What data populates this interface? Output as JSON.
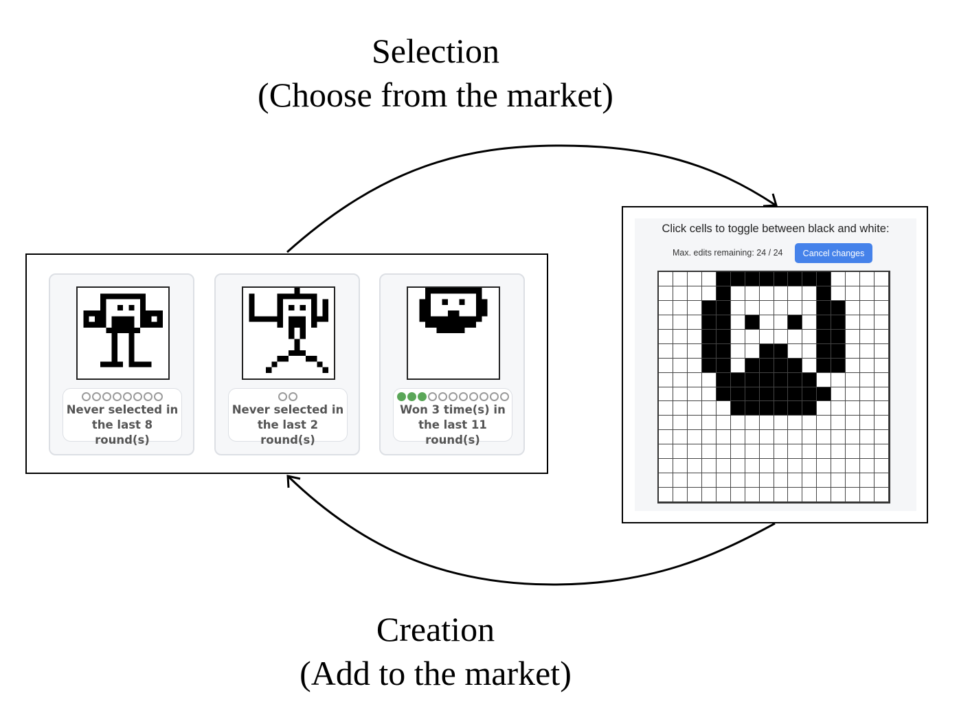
{
  "captions": {
    "top": {
      "title": "Selection",
      "subtitle": "(Choose from the market)"
    },
    "bottom": {
      "title": "Creation",
      "subtitle": "(Add to the market)"
    }
  },
  "market": {
    "cards": [
      {
        "won_dots": 0,
        "total_dots": 8,
        "status": "Never selected in the last 8 round(s)",
        "pixels": [
          "................",
          "....########....",
          "....#......#....",
          "....#..#.#.#....",
          ".####......####.",
          ".#.##.####.##.#.",
          ".####.####.####.",
          ".....######.....",
          "......#..#......",
          "......#..#......",
          "......#..#......",
          "......#..#......",
          "......#..#......",
          "....####.####...",
          "................",
          "................"
        ]
      },
      {
        "won_dots": 0,
        "total_dots": 2,
        "status": "Never selected in the last 2 round(s)",
        "pixels": [
          ".........#......",
          ".#....#######...",
          ".#....#.....#.#.",
          ".#....#.#.#.#.#.",
          ".#....#.....#.#.",
          ".######.###.###.",
          "......#.###.#...",
          "........#.#.....",
          "........#.#.....",
          ".........#......",
          ".........#......",
          "........###.....",
          "......##...##...",
          ".....#.......#..",
          "....#.........#.",
          "................"
        ]
      },
      {
        "won_dots": 3,
        "total_dots": 11,
        "status": "Won 3 time(s) in the last 11 round(s)",
        "pixels": [
          "...##########...",
          "...#........#...",
          "..##..#..#..##..",
          "..##........##..",
          "..##...##...##..",
          "..###########...",
          "...#########....",
          ".....#####......",
          "................",
          "................",
          "................",
          "................",
          "................",
          "................",
          "................",
          "................"
        ]
      }
    ]
  },
  "editor": {
    "instruction": "Click cells to toggle between black and white:",
    "edits_remaining": "Max. edits remaining: 24 / 24",
    "cancel_label": "Cancel changes",
    "grid_pixels": [
      "....########....",
      "....#......#....",
      "...##......##...",
      "...##.#..#.##...",
      "...##......##...",
      "...##..##..##...",
      "...##.####.##...",
      "....#######.....",
      "....########....",
      ".....######.....",
      "................",
      "................",
      "................",
      "................",
      "................",
      "................"
    ]
  }
}
